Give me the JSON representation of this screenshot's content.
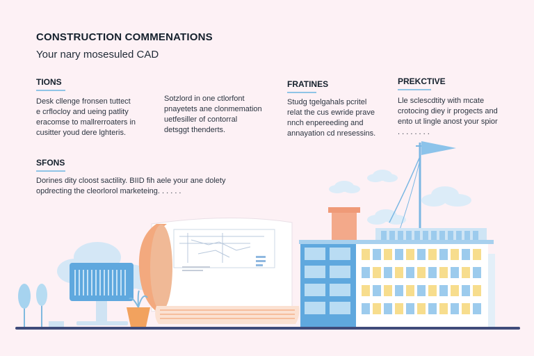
{
  "header": {
    "title": "CONSTRUCTION COMMENATIONS",
    "subtitle": "Your nary mosesuled CAD"
  },
  "sections": {
    "tions": {
      "heading": "TIONS",
      "text": "Desk cllenge fronsen tuttect\ne crflocloy and ueing patlity\neracomse to mallrerroaters in\ncusitter youd dere lghteris."
    },
    "middle": {
      "text": "Sotzlord in one ctlorfont\npnayetets ane clonmemation\nuetfesiller of contorral\ndetsggt thenderts."
    },
    "fratines": {
      "heading": "FRATINES",
      "text": "Studg tgelgahals pcritel\nrelat the cus ewride prave\nnnch enpereeding and\nannayation cd nresessins."
    },
    "prective": {
      "heading": "PREKCTIVE",
      "text": "Lle sclescdtity with mcate\ncrotocing diey ir progects and\nento ut lingle anost your spior\n. . . . . . . ."
    },
    "sfons": {
      "heading": "SFONS",
      "text": "Dorines dity cloost sactility. BIID fih aele your ane dolety\nopdrecting the cleorlorol marketeing. . . . . ."
    }
  },
  "colors": {
    "background": "#fdf1f5",
    "accent_blue": "#5fa8de",
    "accent_orange": "#f3a97e",
    "ground": "#3f4b7a"
  },
  "illustration": {
    "icons": [
      "cloud-icon",
      "server-icon",
      "plant-icon",
      "blueprint-icon",
      "building-icon",
      "crane-icon",
      "flag-icon",
      "chimney-icon",
      "tree-icon"
    ]
  }
}
